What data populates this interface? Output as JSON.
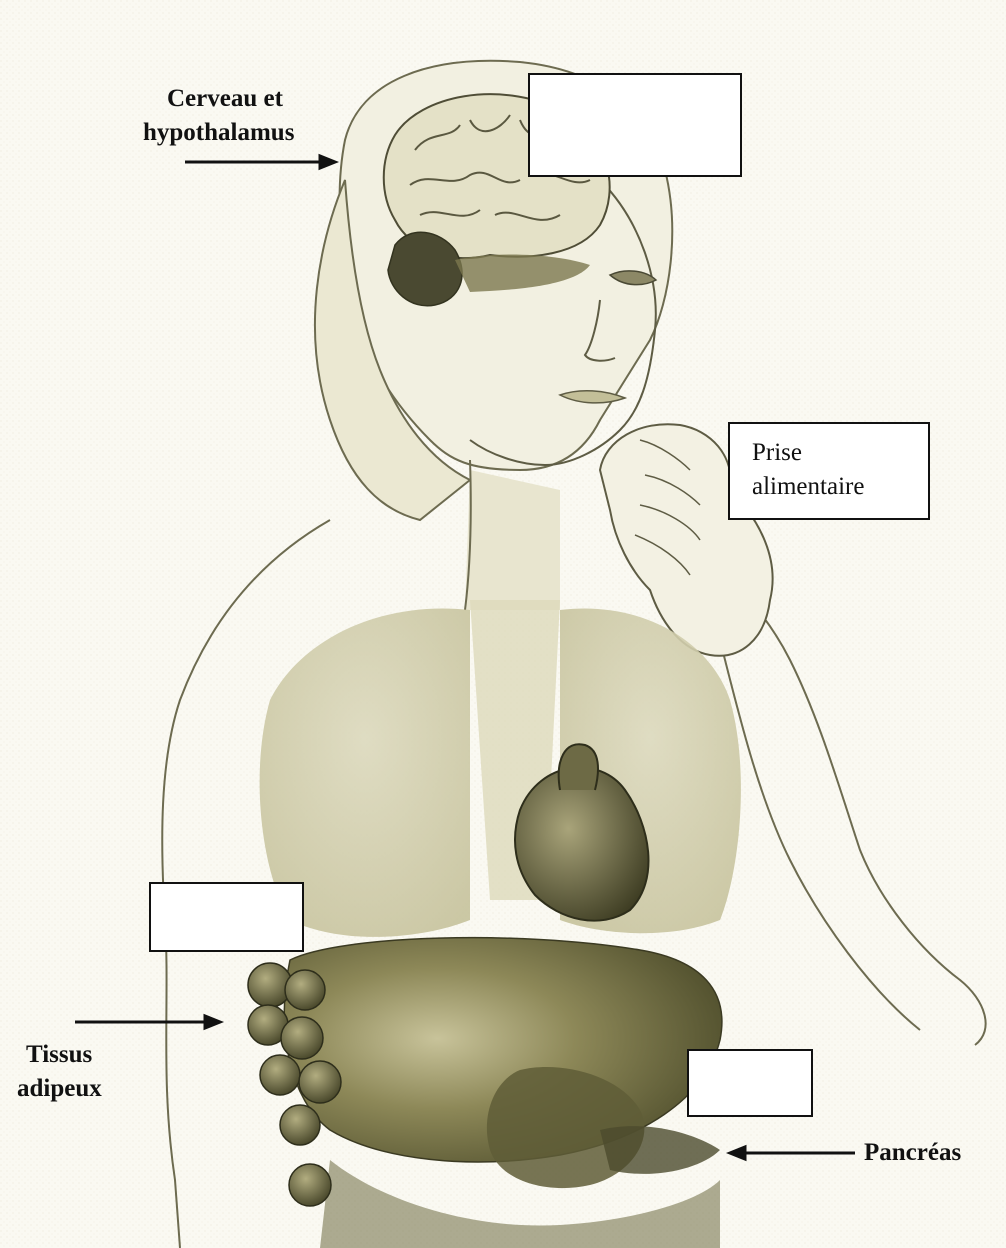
{
  "labels": {
    "brain": "Cerveau et\nhypothalamus",
    "brain_line1": "Cerveau et",
    "brain_line2": "hypothalamus",
    "food_line1": "Prise",
    "food_line2": "alimentaire",
    "adipose_line1": "Tissus",
    "adipose_line2": "adipeux",
    "pancreas": "Pancréas"
  },
  "colors": {
    "paper": "#faf9f2",
    "skin_tint": "#e6e3c6",
    "organ_dark": "#5b5a34",
    "organ_mid": "#8a8556",
    "organ_light": "#c9c49a",
    "line": "#3a3a2a"
  }
}
